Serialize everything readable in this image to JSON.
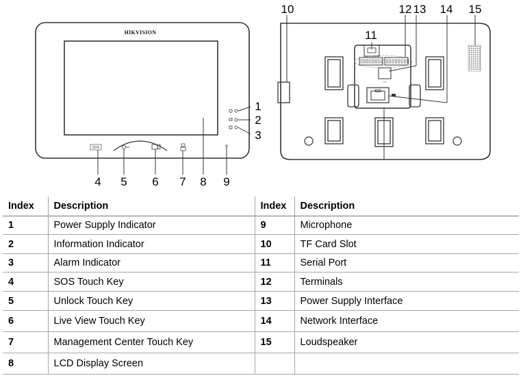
{
  "front": {
    "brand": "HIKVISION",
    "sos_label": "SOS",
    "callouts": [
      "1",
      "2",
      "3",
      "4",
      "5",
      "6",
      "7",
      "8",
      "9"
    ]
  },
  "rear": {
    "callouts": [
      "10",
      "11",
      "12",
      "13",
      "14",
      "15"
    ]
  },
  "legend": {
    "headers": {
      "index": "Index",
      "description": "Description"
    },
    "left": [
      {
        "index": "1",
        "description": "Power Supply Indicator"
      },
      {
        "index": "2",
        "description": "Information Indicator"
      },
      {
        "index": "3",
        "description": "Alarm Indicator"
      },
      {
        "index": "4",
        "description": "SOS Touch Key"
      },
      {
        "index": "5",
        "description": "Unlock Touch Key"
      },
      {
        "index": "6",
        "description": "Live View Touch Key"
      },
      {
        "index": "7",
        "description": "Management Center Touch Key"
      },
      {
        "index": "8",
        "description": "LCD Display Screen"
      }
    ],
    "right": [
      {
        "index": "9",
        "description": "Microphone"
      },
      {
        "index": "10",
        "description": "TF Card Slot"
      },
      {
        "index": "11",
        "description": "Serial Port"
      },
      {
        "index": "12",
        "description": "Terminals"
      },
      {
        "index": "13",
        "description": "Power Supply Interface"
      },
      {
        "index": "14",
        "description": "Network Interface"
      },
      {
        "index": "15",
        "description": "Loudspeaker"
      }
    ]
  }
}
